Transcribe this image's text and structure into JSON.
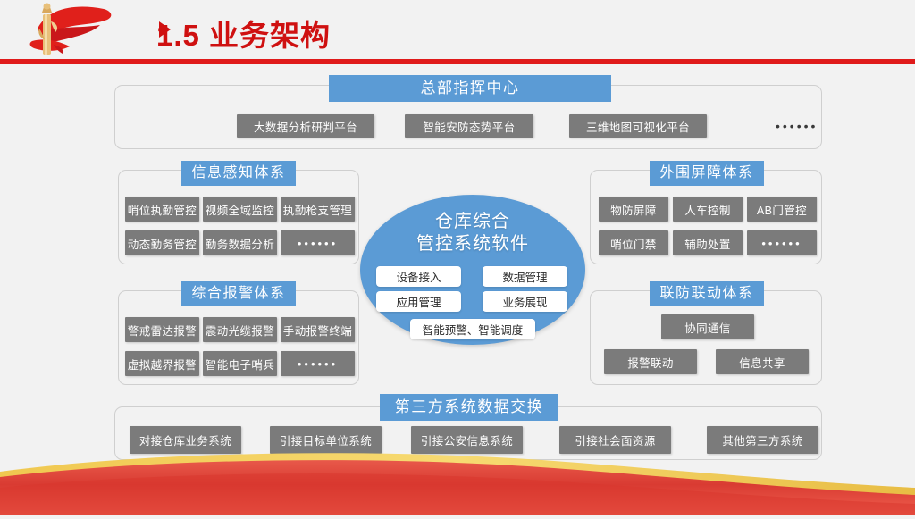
{
  "slide": {
    "title": "1.5 业务架构",
    "accent_red": "#cf1111",
    "accent_blue": "#5b9bd5",
    "chip_gray": "#7b7b7b",
    "background": "#f2f2f2"
  },
  "top_section": {
    "title": "总部指挥中心",
    "items": [
      "大数据分析研判平台",
      "智能安防态势平台",
      "三维地图可视化平台"
    ],
    "ellipsis": "••••••"
  },
  "left_panels": [
    {
      "title": "信息感知体系",
      "items": [
        "哨位执勤管控",
        "视频全域监控",
        "执勤枪支管理",
        "动态勤务管控",
        "勤务数据分析",
        "••••••"
      ]
    },
    {
      "title": "综合报警体系",
      "items": [
        "警戒雷达报警",
        "震动光缆报警",
        "手动报警终端",
        "虚拟越界报警",
        "智能电子哨兵",
        "••••••"
      ]
    }
  ],
  "right_panels": [
    {
      "title": "外围屏障体系",
      "items": [
        "物防屏障",
        "人车控制",
        "AB门管控",
        "哨位门禁",
        "辅助处置",
        "••••••"
      ]
    },
    {
      "title": "联防联动体系",
      "items": [
        "协同通信",
        "报警联动",
        "信息共享"
      ]
    }
  ],
  "core": {
    "title_line1": "仓库综合",
    "title_line2": "管控系统软件",
    "chips": [
      "设备接入",
      "数据管理",
      "应用管理",
      "业务展现"
    ],
    "wide_chip": "智能预警、智能调度"
  },
  "bottom_section": {
    "title": "第三方系统数据交换",
    "items": [
      "对接仓库业务系统",
      "引接目标单位系统",
      "引接公安信息系统",
      "引接社会面资源",
      "其他第三方系统"
    ]
  }
}
